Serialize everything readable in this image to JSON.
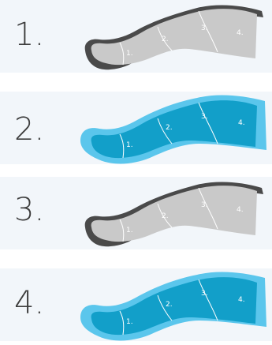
{
  "steps": [
    {
      "label": "1.",
      "state": "deflated",
      "zones": [
        "1.",
        "2.",
        "3.",
        "4."
      ]
    },
    {
      "label": "2.",
      "state": "inflated",
      "zones": [
        "1.",
        "2.",
        "3.",
        "4."
      ]
    },
    {
      "label": "3.",
      "state": "deflated",
      "zones": [
        "1.",
        "2.",
        "3.",
        "4."
      ]
    },
    {
      "label": "4.",
      "state": "inflated",
      "zones": [
        "1.",
        "2.",
        "3.",
        "4."
      ]
    }
  ],
  "colors": {
    "panel_bg": "#f2f6fa",
    "number_text": "#3d3d3d",
    "deflated_fill": "#c9c9c9",
    "deflated_outline": "#4a4a4a",
    "deflated_label": "#ffffff",
    "inflated_fill": "#129fc9",
    "inflated_outline": "#5bc6ec",
    "inflated_label": "#ffffff"
  }
}
